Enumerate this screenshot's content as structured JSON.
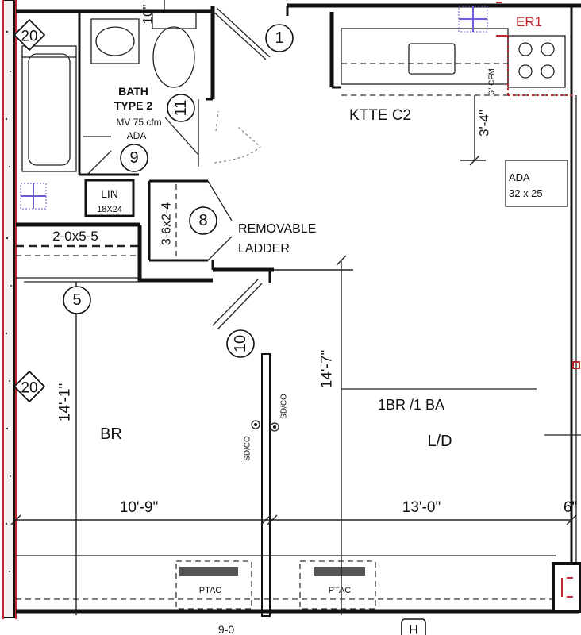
{
  "rooms": {
    "bath_name": "BATH",
    "bath_type": "TYPE 2",
    "bath_note": "MV 75 cfm",
    "bath_ada": "ADA",
    "lin": "LIN",
    "lin_size": "18X24",
    "window_code": "2-0x5-5",
    "closet_size": "3-6x2-4",
    "removable_ladder_1": "REMOVABLE",
    "removable_ladder_2": "LADDER",
    "kitchen": "KTTE C2",
    "ada_box": "ADA",
    "ada_box_size": "32 x 25",
    "unit_type": "1BR /1 BA",
    "bedroom": "BR",
    "living_dining": "L/D",
    "sd_co_1": "SD/CO",
    "sd_co_2": "SD/CO",
    "ptac_1": "PTAC",
    "ptac_2": "PTAC",
    "er_tag": "ER1",
    "col_tag": "H"
  },
  "tags": {
    "t1": "1",
    "t5": "5",
    "t8": "8",
    "t9": "9",
    "t10": "10",
    "t11": "11",
    "d20a": "20",
    "d20b": "20"
  },
  "dimensions": {
    "top_10": "10\"",
    "cfm": "6\" CFM",
    "k_3_4": "3'-4\"",
    "v_14_7": "14'-7\"",
    "v_14_1": "14'-1\"",
    "h_10_9": "10'-9\"",
    "h_13_0": "13'-0\"",
    "h_6": "6\"",
    "bottom_9_0": "9-0"
  },
  "colors": {
    "accent_red": "#c0282d",
    "marker_blue": "#6a5bd6"
  }
}
